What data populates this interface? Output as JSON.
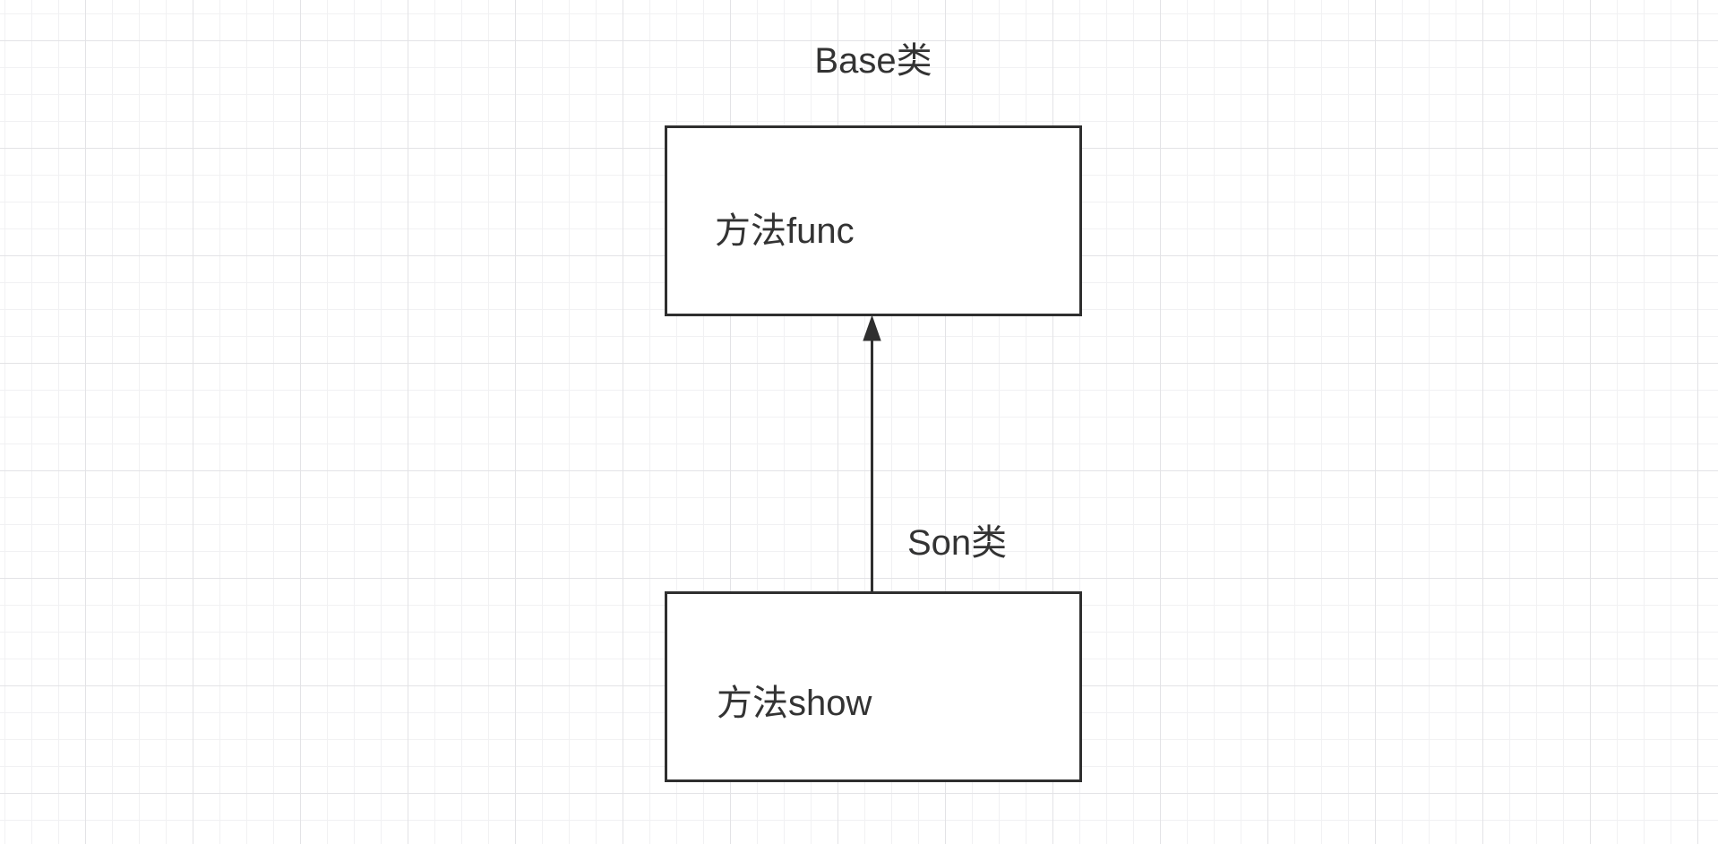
{
  "canvas": {
    "background_color": "#ffffff",
    "grid_minor_color": "#f1f1f3",
    "grid_major_color": "#e3e3e6"
  },
  "diagram": {
    "stroke_color": "#2f2f2f",
    "text_color": "#333333",
    "title": {
      "text": "Base类"
    },
    "nodes": [
      {
        "id": "base",
        "label": "方法func"
      },
      {
        "id": "son",
        "label": "方法show"
      }
    ],
    "edge": {
      "label": "Son类",
      "from": "son",
      "to": "base",
      "direction": "up",
      "arrowhead": "filled-triangle"
    }
  }
}
